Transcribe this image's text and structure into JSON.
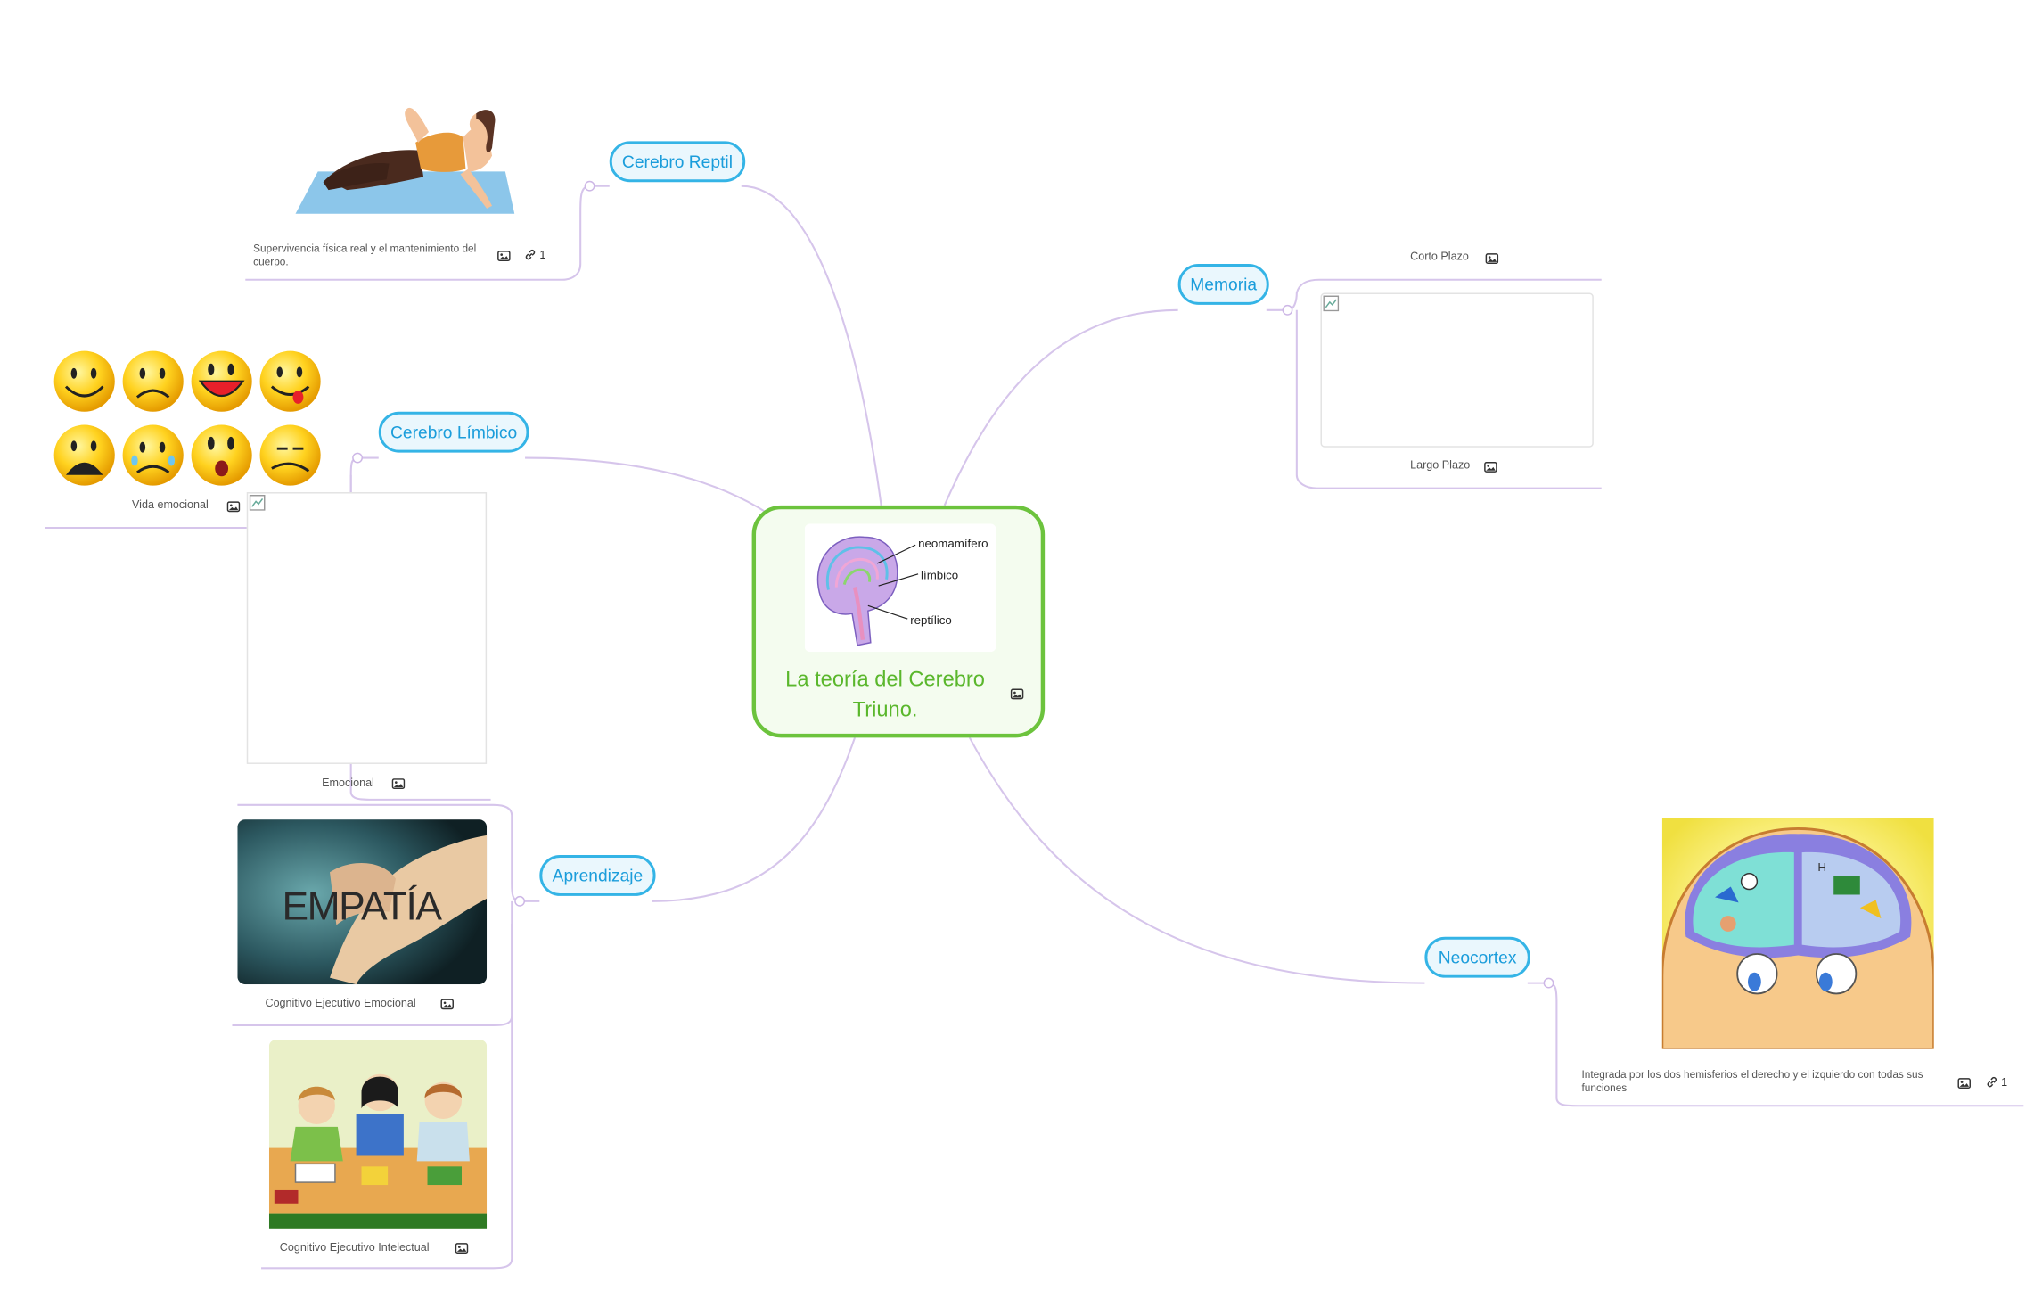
{
  "colors": {
    "connector": "#d6c5eb",
    "topic_border": "#34b4e6",
    "topic_fill": "#eaf7fd",
    "topic_text": "#1b9ddb",
    "central_border": "#6cc33d",
    "central_text": "#5ab72c"
  },
  "central": {
    "title": "La teoría del Cerebro Triuno.",
    "brain_labels": [
      "neomamífero",
      "límbico",
      "reptílico"
    ],
    "icon": "image-icon"
  },
  "topics": {
    "reptil": {
      "label": "Cerebro Reptil",
      "note": "Supervivencia física real y el mantenimiento del cuerpo.",
      "link_count": "1"
    },
    "limbico": {
      "label": "Cerebro Límbico",
      "children": [
        "Vida emocional",
        "Emocional"
      ]
    },
    "aprendizaje": {
      "label": "Aprendizaje",
      "children": [
        "Cognitivo Ejecutivo Emocional",
        "Cognitivo Ejecutivo Intelectual"
      ],
      "empatia_text": "EMPATÍA"
    },
    "memoria": {
      "label": "Memoria",
      "children": [
        "Corto Plazo",
        "Largo Plazo"
      ]
    },
    "neocortex": {
      "label": "Neocortex",
      "note": "Integrada por los dos hemisferios el derecho y el izquierdo con todas sus funciones",
      "link_count": "1"
    }
  }
}
